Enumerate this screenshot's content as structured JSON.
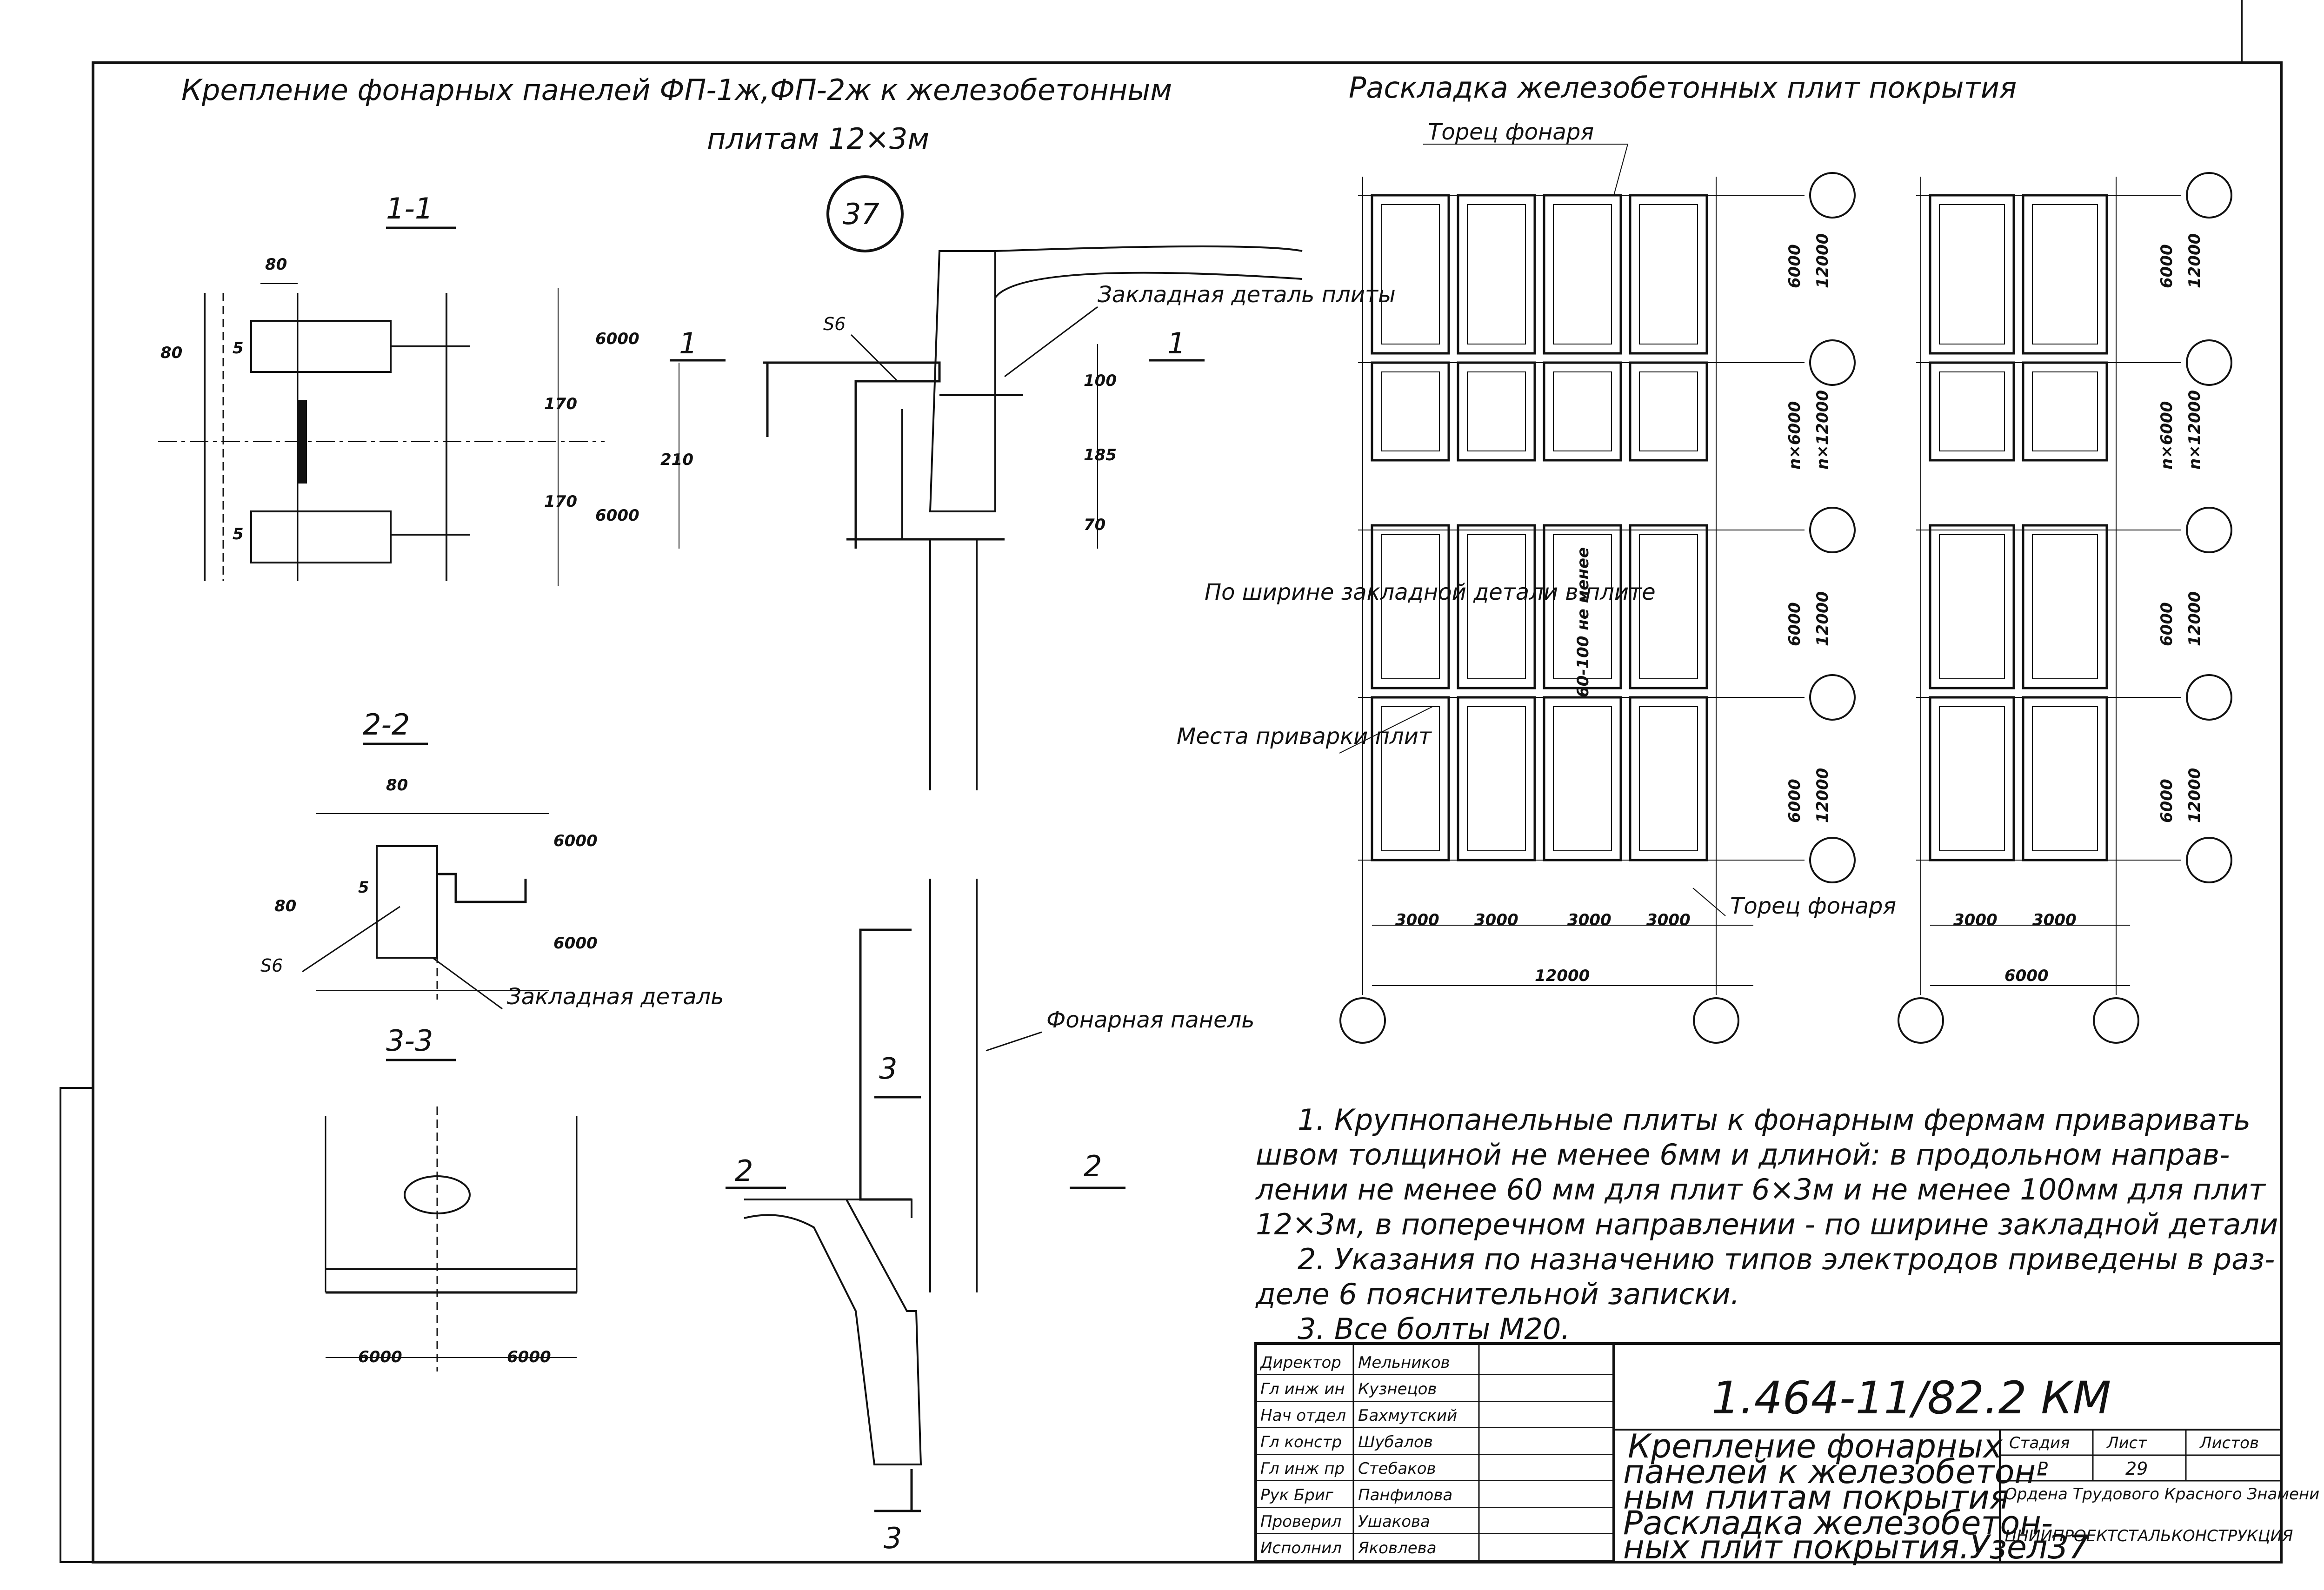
{
  "titles": {
    "left_line1": "Крепление фонарных панелей ФП-1ж,ФП-2ж к железобетонным",
    "left_line2": "плитам 12×3м",
    "right": "Раскладка железобетонных плит покрытия"
  },
  "node_number": "37",
  "sections": {
    "s11": "1-1",
    "s22": "2-2",
    "s33": "3-3",
    "mark1": "1",
    "mark2": "2",
    "mark3": "3"
  },
  "callouts": {
    "embedded_plate": "Закладная деталь плиты",
    "embedded_plate_short": "Закладная деталь",
    "s6": "S6",
    "lantern_panel": "Фонарная панель",
    "lantern_end_top": "Торец фонаря",
    "lantern_end_bottom": "Торец фонаря",
    "by_width": "По ширине закладной детали в плите",
    "weld_places": "Места приварки плит",
    "weld_len": "60-100 не менее"
  },
  "dims": {
    "d80": "80",
    "d5": "5",
    "d170": "170",
    "d6000": "6000",
    "d100": "100",
    "d185": "185",
    "d210": "210",
    "d70": "70",
    "d3000": "3000",
    "d12000": "12000",
    "n6000": "n×6000",
    "n12000": "n×12000"
  },
  "notes": [
    "1. Крупнопанельные плиты к фонарным фермам приваривать",
    "швом толщиной не менее 6мм и длиной: в продольном направ-",
    "лении не менее 60 мм для плит 6×3м и не менее 100мм для плит",
    "12×3м, в поперечном направлении - по ширине закладной детали",
    "2. Указания по назначению типов электродов приведены в раз-",
    "деле 6 пояснительной записки.",
    "3. Все болты М20."
  ],
  "title_block": {
    "signatures": [
      {
        "role": "Директор",
        "name": "Мельников"
      },
      {
        "role": "Гл инж ин",
        "name": "Кузнецов"
      },
      {
        "role": "Нач отдел",
        "name": "Бахмутский"
      },
      {
        "role": "Гл констр",
        "name": "Шубалов"
      },
      {
        "role": "Гл инж пр",
        "name": "Стебаков"
      },
      {
        "role": "Рук Бриг",
        "name": "Панфилова"
      },
      {
        "role": "Проверил",
        "name": "Ушакова"
      },
      {
        "role": "Исполнил",
        "name": "Яковлева"
      }
    ],
    "doc_code": "1.464-11/82.2 КМ",
    "sheet_title": [
      "Крепление фонарных",
      "панелей к железобетон-",
      "ным плитам покрытия",
      "Раскладка железобетон-",
      "ных плит покрытия.Узел37"
    ],
    "stage_label": "Стадия",
    "sheet_label": "Лист",
    "sheets_label": "Листов",
    "stage": "Р",
    "sheet": "29",
    "order_label": "Ордена Трудового Красного Знамени",
    "org": "ЦНИИПРОЕКТСТАЛЬКОНСТРУКЦИЯ"
  }
}
